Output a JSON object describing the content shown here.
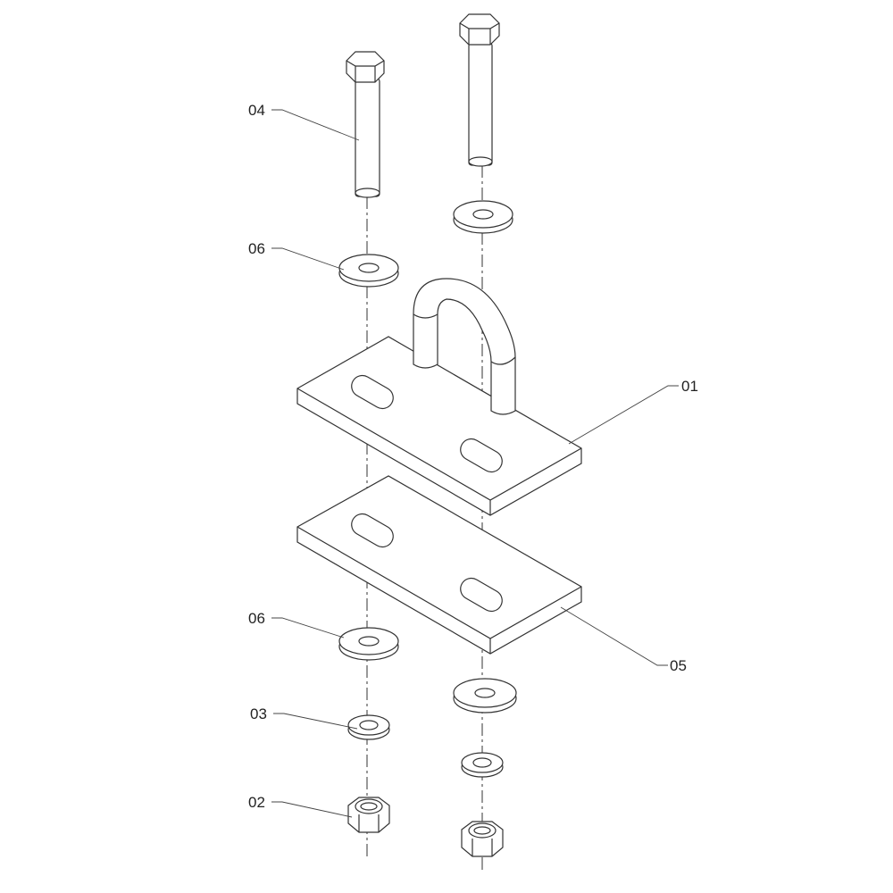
{
  "labels": {
    "bolt": "04",
    "washer_top": "06",
    "plate_upper": "01",
    "washer_bottom": "06",
    "plate_lower": "05",
    "lock_washer": "03",
    "nut": "02"
  },
  "colors": {
    "line": "#333333",
    "background": "#ffffff"
  }
}
